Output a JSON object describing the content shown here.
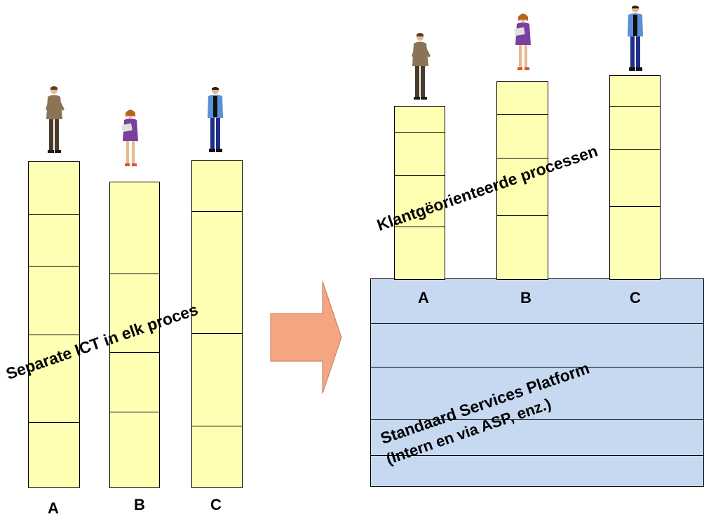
{
  "left": {
    "labels": [
      "A",
      "B",
      "C"
    ],
    "caption": "Separate ICT in elk proces"
  },
  "right": {
    "labels": [
      "A",
      "B",
      "C"
    ],
    "caption": "Klantgëorienteerde processen",
    "platform_line1": "Standaard Services Platform",
    "platform_line2": "(Intern en via ASP, enz.)"
  },
  "colors": {
    "column_fill": "#ffffb3",
    "platform_fill": "#c6d9f1",
    "arrow_fill": "#f4a582"
  },
  "icons": [
    "person-man-brown-icon",
    "person-woman-purple-icon",
    "person-man-blue-icon",
    "right-arrow-icon"
  ]
}
